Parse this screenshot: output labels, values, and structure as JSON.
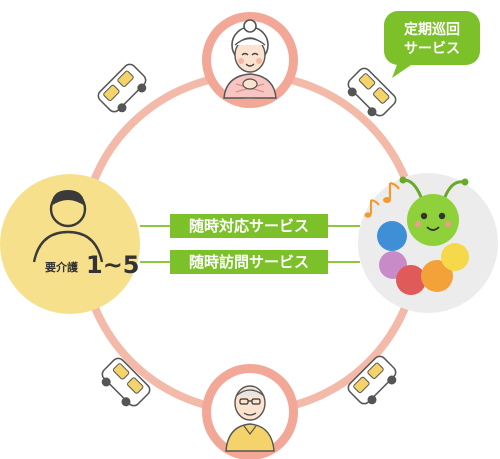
{
  "patrol_bubble": {
    "line1": "定期巡回",
    "line2": "サービス"
  },
  "care_level": {
    "prefix": "要介護",
    "range": "1~5"
  },
  "services": [
    {
      "label": "随時対応サービス"
    },
    {
      "label": "随時訪問サービス"
    }
  ],
  "colors": {
    "ring": "#f3b9a9",
    "node_bg": "#f2a797",
    "green": "#7cc02a",
    "yellow_node": "#f6e08c",
    "grey_node": "#ececec"
  },
  "icons": [
    "elderly-woman-icon",
    "elderly-man-icon",
    "person-icon",
    "caterpillar-mascot-icon",
    "music-note-icon",
    "car-icon"
  ]
}
